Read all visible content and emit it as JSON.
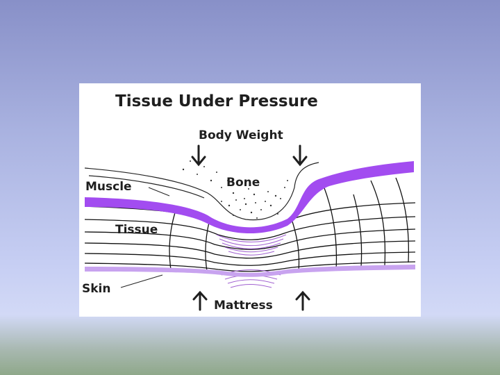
{
  "diagram": {
    "title": "Tissue Under Pressure",
    "labels": {
      "body_weight": "Body Weight",
      "bone": "Bone",
      "muscle": "Muscle",
      "tissue": "Tissue",
      "skin": "Skin",
      "mattress": "Mattress"
    },
    "colors": {
      "muscle_band": "#a24cf0",
      "skin_band": "#c8a3ef",
      "compression_rings": "#a060d0",
      "tissue_lines": "#111111"
    }
  }
}
